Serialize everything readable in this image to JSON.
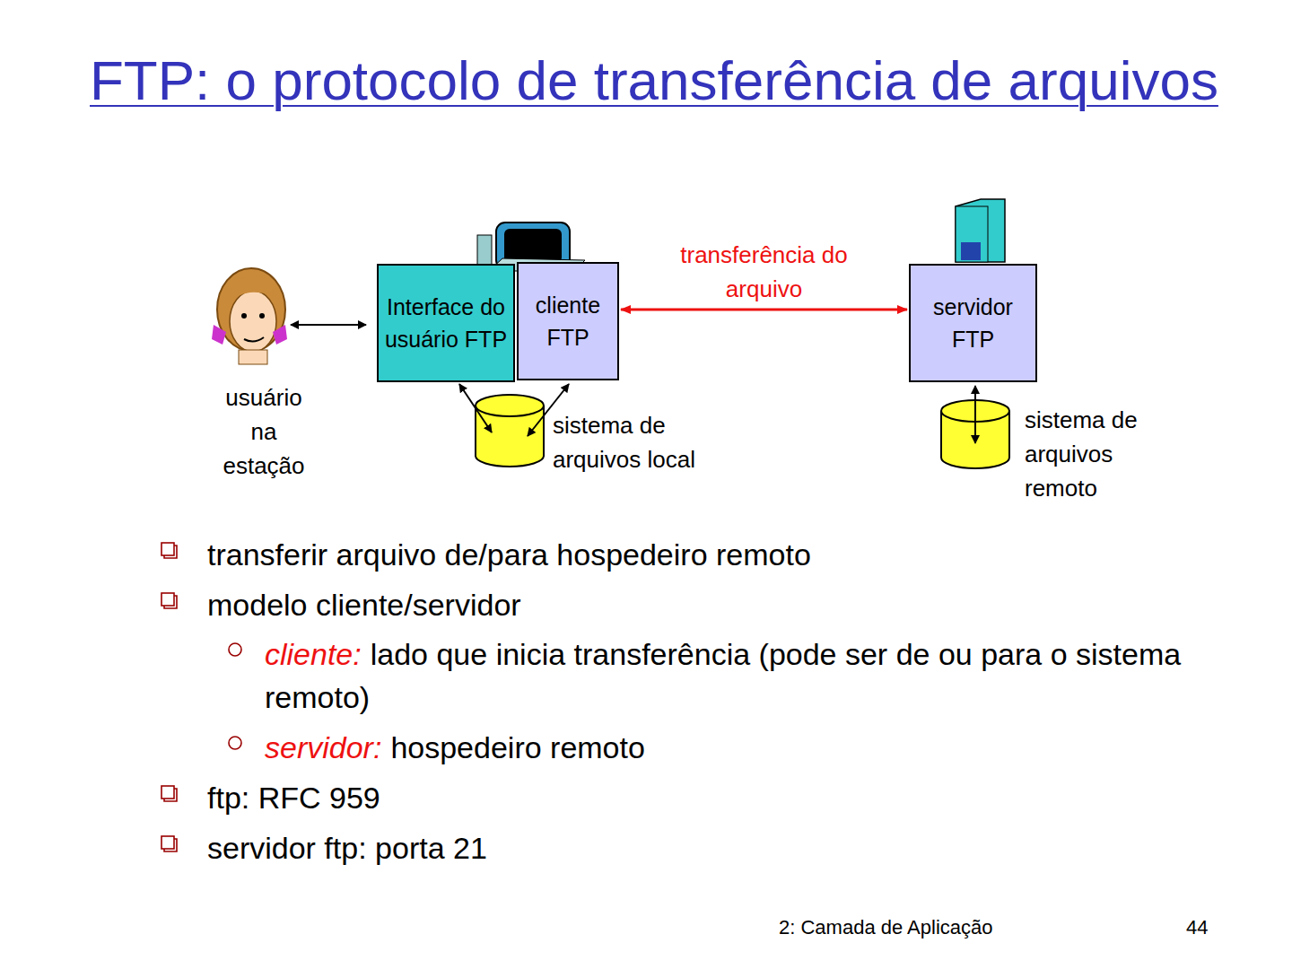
{
  "diagram": {
    "title": "FTP: o protocolo de transferência de arquivos",
    "nodes": [
      {
        "text": [
          "Interface do usuário FTP"
        ]
      },
      {
        "text": [
          "cliente FTP"
        ]
      },
      {
        "text": [
          "servidor FTP"
        ]
      }
    ],
    "edges": [
      {
        "from": 1,
        "to": 2,
        "label": "transferência do arquivo",
        "arrow": "both"
      }
    ],
    "labels": [
      "usuário na estação",
      "sistema de arquivos local",
      "sistema de arquivos remoto",
      "transferir arquivo de/para hospedeiro remoto",
      "modelo cliente/servidor",
      "cliente:",
      "lado que inicia transferência (pode ser de ou para o sistema remoto)",
      "servidor:",
      "hospedeiro remoto",
      "ftp: RFC 959",
      "servidor ftp: porta 21",
      "2: Camada de Aplicação",
      "44"
    ]
  }
}
